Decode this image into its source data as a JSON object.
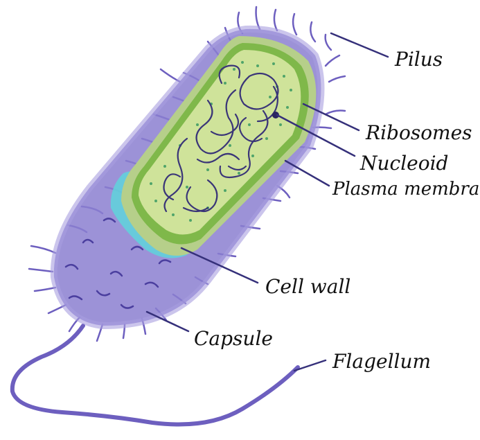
{
  "labels": {
    "pilus": "Pilus",
    "ribosomes": "Ribosomes",
    "nucleoid": "Nucleoid",
    "plasma_membrane": "Plasma membrane",
    "cell_wall": "Cell wall",
    "capsule": "Capsule",
    "flagellum": "Flagellum"
  },
  "colors": {
    "capsule": "#8b7fd0",
    "capsule_dark": "#6d5fbf",
    "cell_wall": "#5fd3dc",
    "cytoplasm": "#cfe39a",
    "membrane": "#7fb84a",
    "nucleoid": "#3a3578",
    "leader": "#35307a"
  }
}
